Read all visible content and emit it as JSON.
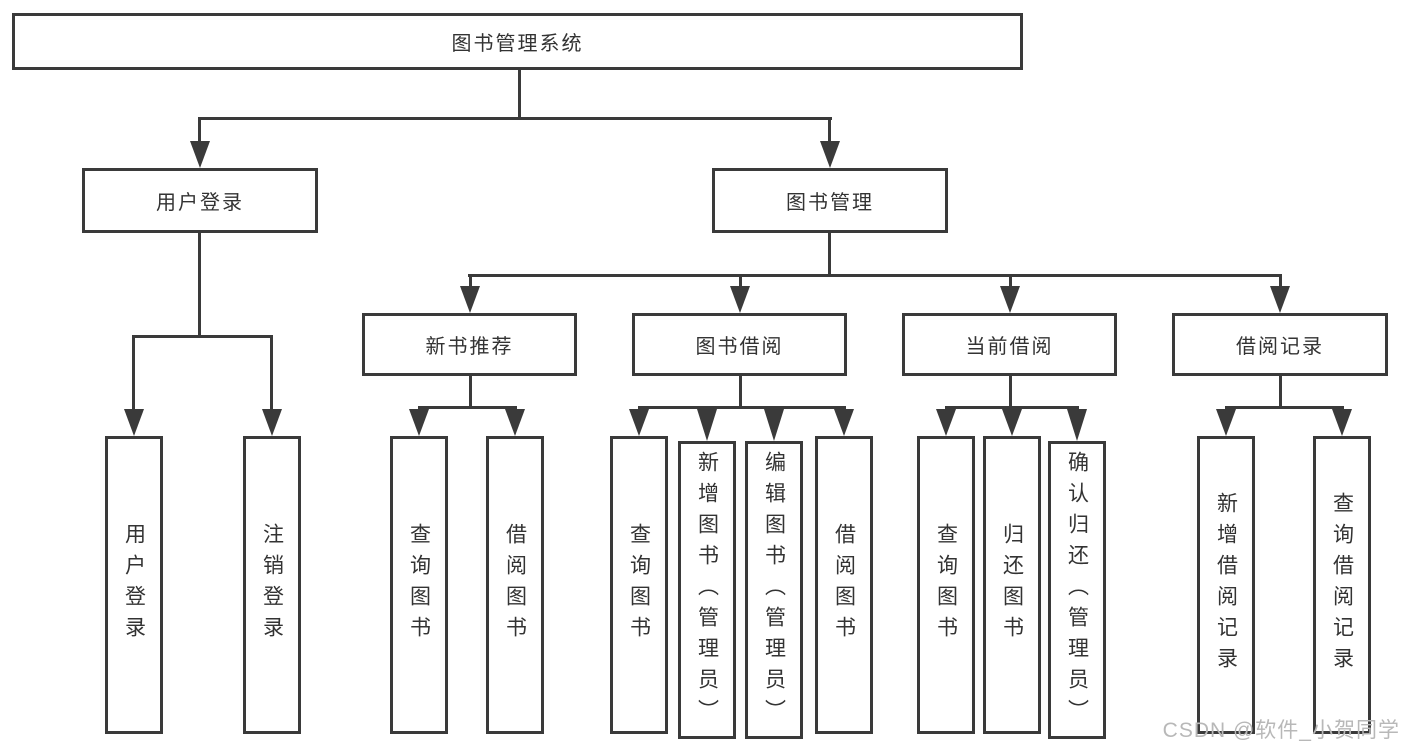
{
  "title": "图书管理系统",
  "level2": {
    "left": "用户登录",
    "right": "图书管理"
  },
  "level3": [
    "新书推荐",
    "图书借阅",
    "当前借阅",
    "借阅记录"
  ],
  "leaves": {
    "login": [
      "用户登录",
      "注销登录"
    ],
    "recommend": [
      "查询图书",
      "借阅图书"
    ],
    "borrow": [
      "查询图书",
      "新增图书（管理员）",
      "编辑图书（管理员）",
      "借阅图书"
    ],
    "current": [
      "查询图书",
      "归还图书",
      "确认归还（管理员）"
    ],
    "records": [
      "新增借阅记录",
      "查询借阅记录"
    ]
  },
  "watermark": "CSDN @软件_小贺同学",
  "colors": {
    "line": "#3a3a3a",
    "text": "#333333",
    "watermark": "#b8b8b8",
    "background": "#ffffff"
  }
}
